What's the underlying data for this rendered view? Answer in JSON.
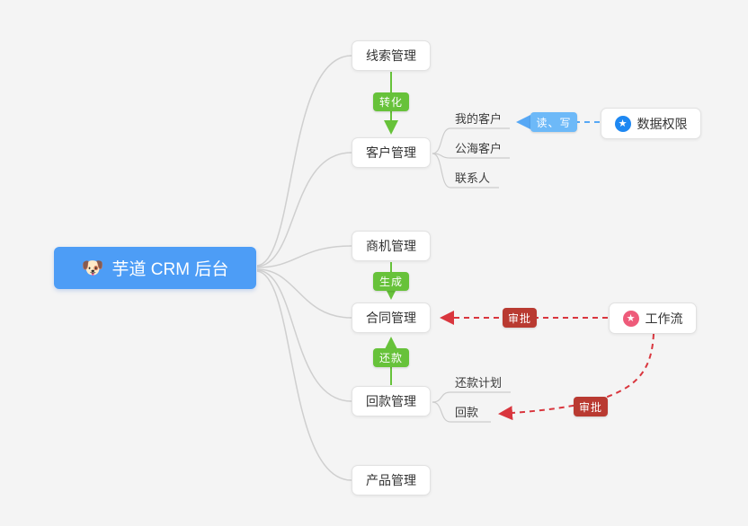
{
  "root": {
    "label": "芋道 CRM 后台",
    "emoji": "🐶"
  },
  "modules": [
    {
      "label": "线索管理"
    },
    {
      "label": "客户管理"
    },
    {
      "label": "商机管理"
    },
    {
      "label": "合同管理"
    },
    {
      "label": "回款管理"
    },
    {
      "label": "产品管理"
    }
  ],
  "customer_children": [
    {
      "label": "我的客户"
    },
    {
      "label": "公海客户"
    },
    {
      "label": "联系人"
    }
  ],
  "receivable_children": [
    {
      "label": "还款计划"
    },
    {
      "label": "回款"
    }
  ],
  "side_nodes": [
    {
      "label": "数据权限"
    },
    {
      "label": "工作流"
    }
  ],
  "edge_labels": {
    "convert": "转化",
    "generate": "生成",
    "repay": "还款",
    "read_write": "读、写",
    "approve_contract": "审批",
    "approve_receivable": "审批"
  },
  "icons": {
    "star": "★"
  },
  "colors": {
    "canvas_bg": "#F4F4F4",
    "root_bg": "#4D9DF6",
    "green": "#67C23A",
    "blue_badge": "#6DB9F8",
    "blue_arrow": "#57A8F5",
    "red_badge": "#B93A31",
    "red_arrow": "#D9363E",
    "permission_icon": "#1E88F2",
    "workflow_icon": "#EE5B7A",
    "connector_gray": "#CCCCCC"
  }
}
